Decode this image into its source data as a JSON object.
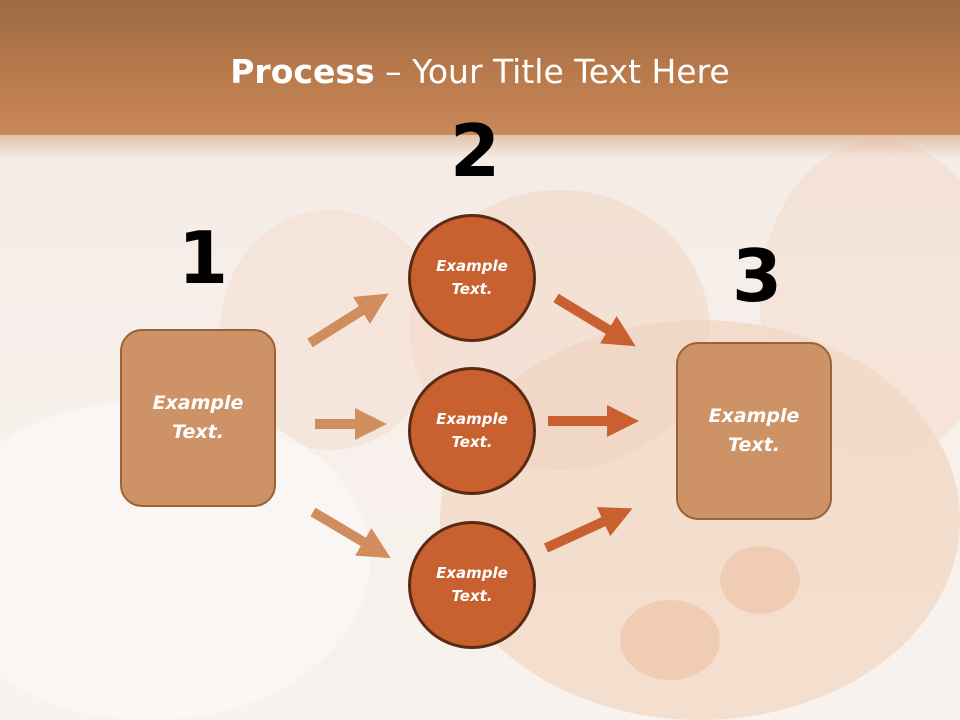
{
  "title": {
    "bold": "Process",
    "rest": " – Your Title Text Here"
  },
  "steps": {
    "one": "1",
    "two": "2",
    "three": "3"
  },
  "nodes": {
    "left_box": [
      "Example",
      "Text."
    ],
    "circle_top": [
      "Example",
      "Text."
    ],
    "circle_middle": [
      "Example",
      "Text."
    ],
    "circle_bottom": [
      "Example",
      "Text."
    ],
    "right_box": [
      "Example",
      "Text."
    ]
  },
  "colors": {
    "header": "#b97a4c",
    "box_fill": "#cd9265",
    "circle_fill": "#c8602f",
    "circle_border": "#5a2a14",
    "arrow_left": "#d08d5e",
    "arrow_right": "#c8602f"
  }
}
